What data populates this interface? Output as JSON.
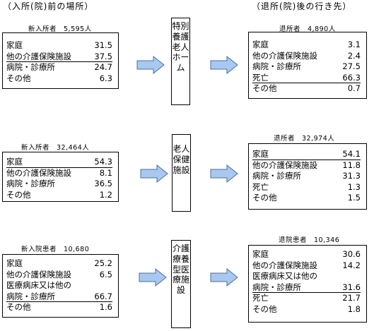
{
  "headers": {
    "before": "（入所(院)前の場所）",
    "after": "（退所(院)後の行き先）"
  },
  "sections": [
    {
      "facility": "特別養護老人ホーム",
      "left": {
        "caption": "新入所者　5,595人",
        "rows": [
          {
            "label": "家庭",
            "value": "31.5",
            "underline": false
          },
          {
            "label": "他の介護保険施設",
            "value": "37.5",
            "underline": true
          },
          {
            "label": "病院・診療所",
            "value": "24.7",
            "underline": false
          },
          {
            "label": "その他",
            "value": "6.3",
            "underline": false
          }
        ]
      },
      "right": {
        "caption": "退所者　4,890人",
        "rows": [
          {
            "label": "家庭",
            "value": "3.1",
            "underline": false
          },
          {
            "label": "他の介護保険施設",
            "value": "2.4",
            "underline": false
          },
          {
            "label": "病院・診療所",
            "value": "27.5",
            "underline": false
          },
          {
            "label": "死亡",
            "value": "66.3",
            "underline": true
          },
          {
            "label": "その他",
            "value": "0.7",
            "underline": false
          }
        ]
      }
    },
    {
      "facility": "老人保健施設",
      "left": {
        "caption": "新入所者　32,464人",
        "rows": [
          {
            "label": "家庭",
            "value": "54.3",
            "underline": true
          },
          {
            "label": "他の介護保険施設",
            "value": "8.1",
            "underline": false
          },
          {
            "label": "病院・診療所",
            "value": "36.5",
            "underline": false
          },
          {
            "label": "その他",
            "value": "1.2",
            "underline": false
          }
        ]
      },
      "right": {
        "caption": "退所者　32,974人",
        "rows": [
          {
            "label": "家庭",
            "value": "54.1",
            "underline": true
          },
          {
            "label": "他の介護保険施設",
            "value": "11.8",
            "underline": false
          },
          {
            "label": "病院・診療所",
            "value": "31.3",
            "underline": false
          },
          {
            "label": "死亡",
            "value": "1.3",
            "underline": false
          },
          {
            "label": "その他",
            "value": "1.5",
            "underline": false
          }
        ]
      }
    },
    {
      "facility": "介護療養型医療施設",
      "left": {
        "caption": "新入院患者　10,680",
        "rows": [
          {
            "label": "家庭",
            "value": "25.2",
            "underline": false
          },
          {
            "label": "他の介護保険施設",
            "value": "6.5",
            "underline": false
          },
          {
            "label": "医療病床又は他の",
            "value": "",
            "underline": false
          },
          {
            "label": "病院・診療所",
            "value": "66.7",
            "underline": true
          },
          {
            "label": "その他",
            "value": "1.6",
            "underline": false
          }
        ]
      },
      "right": {
        "caption": "退院患者　10,346",
        "rows": [
          {
            "label": "家庭",
            "value": "30.6",
            "underline": false
          },
          {
            "label": "他の介護保険施設",
            "value": "14.2",
            "underline": false
          },
          {
            "label": "医療病床又は他の",
            "value": "",
            "underline": false
          },
          {
            "label": "病院・診療所",
            "value": "31.6",
            "underline": true
          },
          {
            "label": "死亡",
            "value": "21.7",
            "underline": false
          },
          {
            "label": "その他",
            "value": "1.8",
            "underline": false
          }
        ]
      }
    }
  ],
  "colors": {
    "arrow_fill": "#a8c8ef",
    "arrow_stroke": "#4a6fa5",
    "border": "#000000"
  }
}
